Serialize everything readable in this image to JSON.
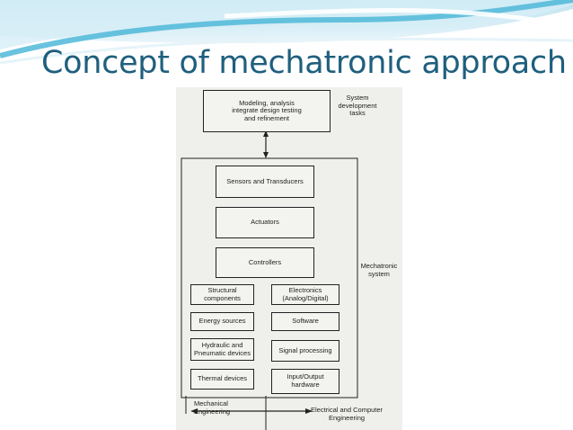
{
  "slide": {
    "title": "Concept of mechatronic approach"
  },
  "colors": {
    "title": "#1f5f7e",
    "banner_wave": "#4fb8d8",
    "banner_light": "#d6eef6"
  },
  "diagram": {
    "top_box": "Modeling, analysis\nintegrate design testing\nand refinement",
    "system_dev_label": "System\ndevelopment\ntasks",
    "sensors": "Sensors and Transducers",
    "actuators": "Actuators",
    "controllers": "Controllers",
    "mechatronic_label": "Mechatronic\nsystem",
    "structural": "Structural\ncomponents",
    "electronics": "Electronics\n(Analog/Digital)",
    "energy": "Energy sources",
    "software": "Software",
    "hydraulic": "Hydraulic and\nPneumatic devices",
    "signal": "Signal processing",
    "thermal": "Thermal devices",
    "io": "Input/Output\nhardware",
    "mech_eng": "Mechanical\nEngineering",
    "elec_eng": "Electrical and Computer\nEngineering"
  }
}
